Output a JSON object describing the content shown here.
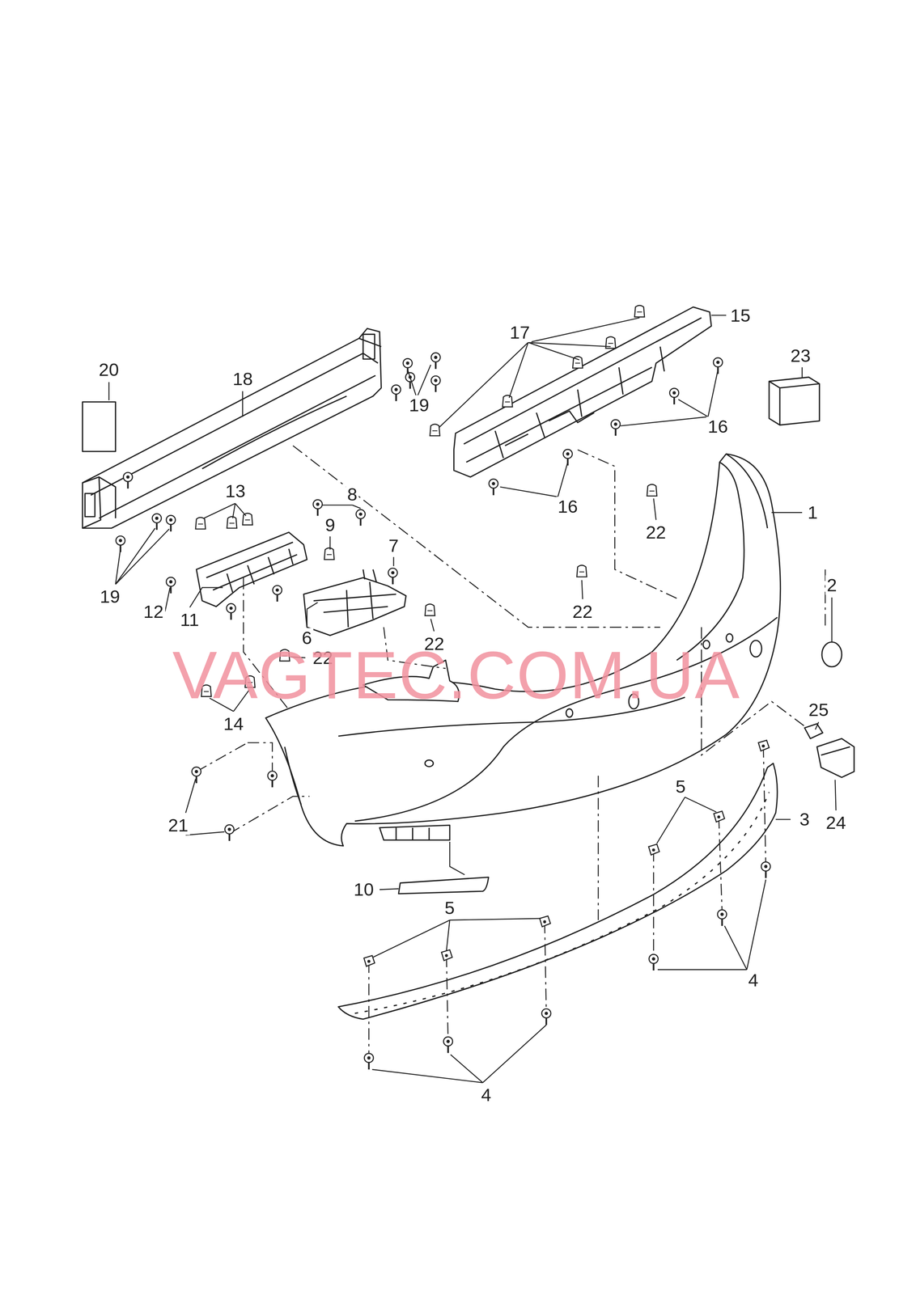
{
  "diagram": {
    "labels": [
      "15",
      "17",
      "23",
      "20",
      "18",
      "19",
      "16",
      "13",
      "8",
      "16",
      "1",
      "9",
      "22",
      "7",
      "2",
      "19",
      "12",
      "11",
      "22",
      "6",
      "22",
      "22",
      "VAGTEC.COM.UA",
      "25",
      "14",
      "5",
      "3",
      "24",
      "21",
      "10",
      "5",
      "4",
      "4"
    ]
  }
}
